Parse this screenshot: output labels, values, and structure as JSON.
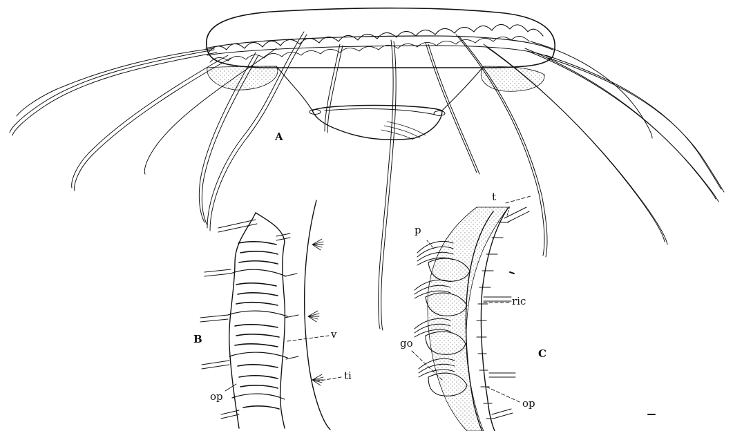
{
  "figure_labels": {
    "a": "A",
    "b": "B",
    "c": "C"
  },
  "part_labels": {
    "v": "v",
    "ti": "ti",
    "op_b": "op",
    "t": "t",
    "p": "p",
    "ric": "ric",
    "go": "go",
    "op_c": "op"
  },
  "ink_color": "#111111",
  "paper_color": "#ffffff"
}
